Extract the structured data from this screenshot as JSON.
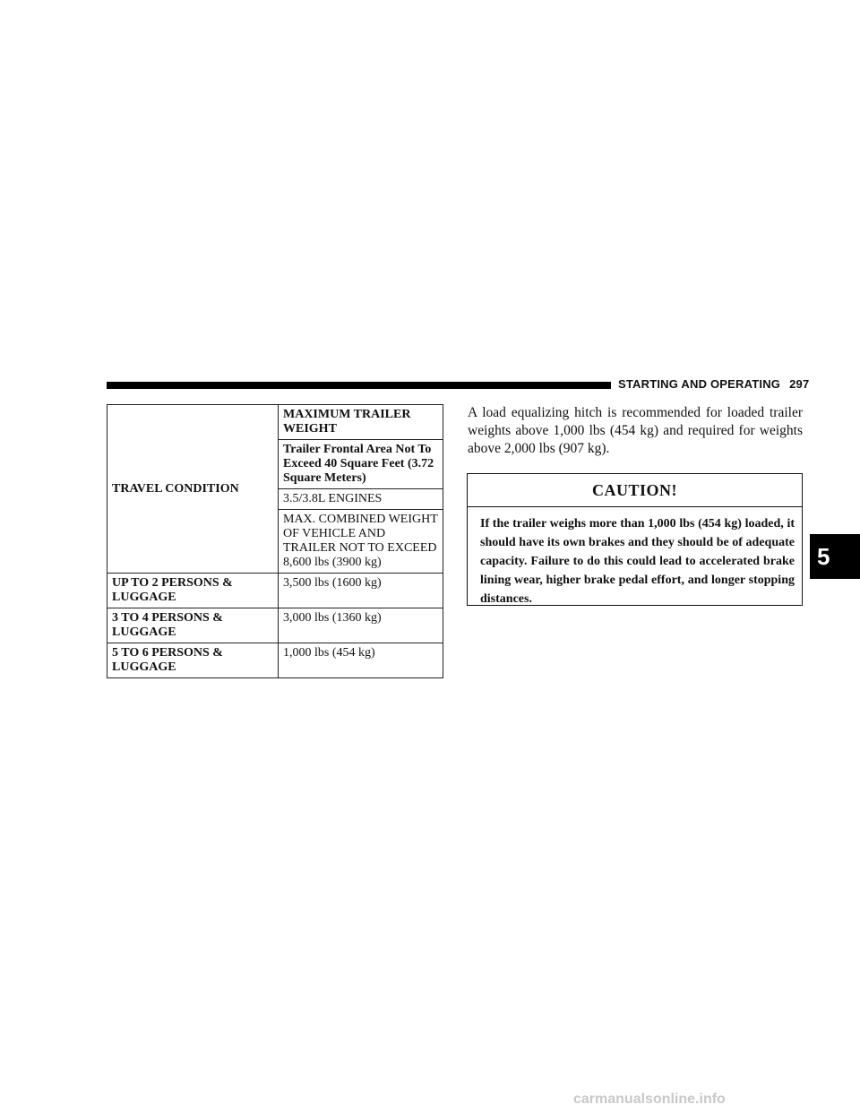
{
  "header": {
    "section_title": "STARTING AND OPERATING",
    "page_number": "297"
  },
  "table": {
    "condition_header": "TRAVEL CONDITION",
    "weight_header": "MAXIMUM TRAILER WEIGHT",
    "frontal_area": "Trailer Frontal Area Not To Exceed 40 Square Feet (3.72 Square Meters)",
    "engines": "3.5/3.8L ENGINES",
    "combined": "MAX. COMBINED WEIGHT OF VEHICLE AND TRAILER NOT TO EXCEED 8,600 lbs (3900 kg)",
    "rows": [
      {
        "condition": "UP TO 2 PERSONS & LUGGAGE",
        "weight": "3,500 lbs (1600 kg)"
      },
      {
        "condition": "3 TO 4 PERSONS & LUGGAGE",
        "weight": "3,000 lbs (1360 kg)"
      },
      {
        "condition": "5 TO 6 PERSONS & LUGGAGE",
        "weight": "1,000 lbs (454 kg)"
      }
    ]
  },
  "paragraph": "A load equalizing hitch is recommended for loaded trailer weights above 1,000 lbs (454 kg) and required for weights above 2,000 lbs (907 kg).",
  "caution": {
    "title": "CAUTION!",
    "text": "If the trailer weighs more than 1,000 lbs (454 kg) loaded, it should have its own brakes and they should be of adequate capacity. Failure to do this could lead to accelerated brake lining wear, higher brake pedal effort, and longer stopping distances."
  },
  "chapter_tab": "5",
  "footer": "carmanualsonline.info"
}
